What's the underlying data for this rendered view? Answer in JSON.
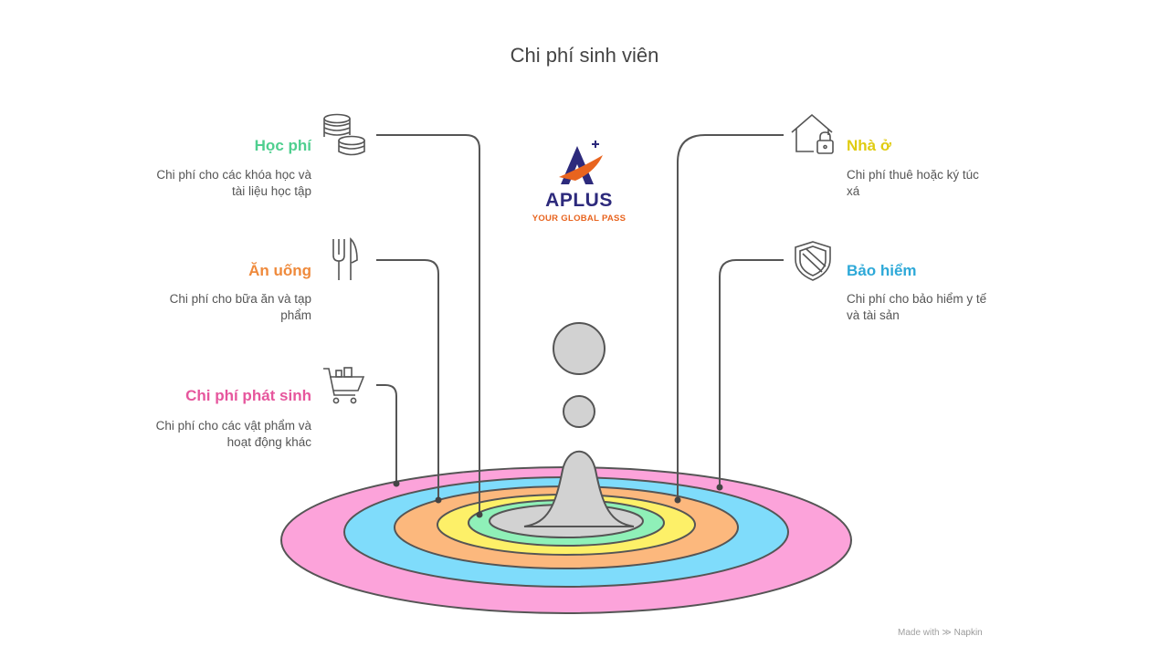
{
  "title": "Chi phí sinh viên",
  "logo": {
    "name": "APLUS",
    "tagline": "YOUR GLOBAL PASS"
  },
  "items": [
    {
      "key": "hoc_phi",
      "label": "Học phí",
      "desc": "Chi phí cho các khóa học và tài liệu học tập",
      "color": "#4fcf8f",
      "icon": "coins-icon"
    },
    {
      "key": "an_uong",
      "label": "Ăn uống",
      "desc": "Chi phí cho bữa ăn và tạp phẩm",
      "color": "#ef8a3c",
      "icon": "fork-knife-icon"
    },
    {
      "key": "phat_sinh",
      "label": "Chi phí phát sinh",
      "desc": "Chi phí cho các vật phẩm và hoạt động khác",
      "color": "#e6569d",
      "icon": "shopping-cart-icon"
    },
    {
      "key": "nha_o",
      "label": "Nhà ở",
      "desc": "Chi phí thuê hoặc ký túc xá",
      "color": "#e0cc10",
      "icon": "house-lock-icon"
    },
    {
      "key": "bao_hiem",
      "label": "Bảo hiểm",
      "desc": "Chi phí cho bảo hiểm y tế và tài sản",
      "color": "#2ea9d8",
      "icon": "shield-icon"
    }
  ],
  "ring_colors": {
    "outer": "#fca3da",
    "blue": "#7fdcfb",
    "orange": "#fcb87d",
    "yellow": "#fdf068",
    "green": "#8ff0b8",
    "center": "#d2d2d2"
  },
  "footer": {
    "made_with": "Made with",
    "brand": "Napkin"
  }
}
